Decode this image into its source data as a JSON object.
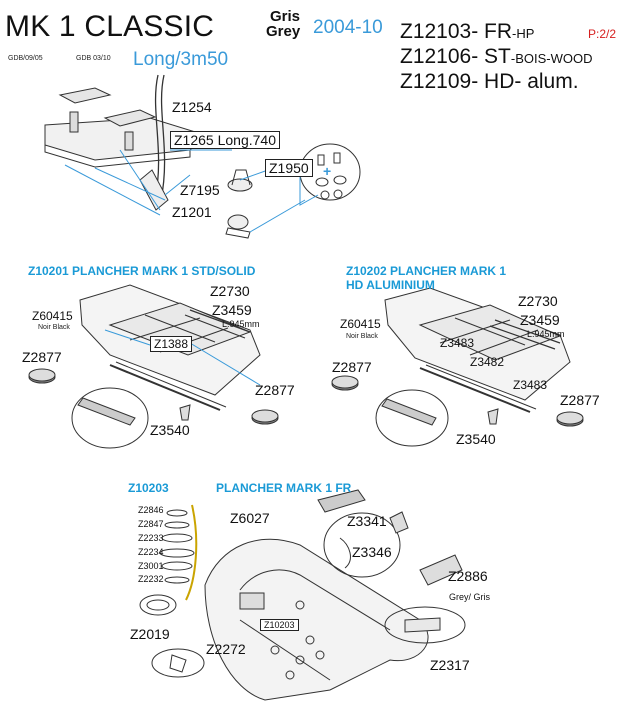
{
  "header": {
    "model": "MK 1 CLASSIC",
    "gris": "Gris",
    "grey": "Grey",
    "date": "2004-10",
    "code1": "Z12103- FR",
    "code1_suffix": "-HP",
    "code2": "Z12106- ST",
    "code2_suffix": "-BOIS-WOOD",
    "code3": "Z12109- HD- alum.",
    "page": "P:2/2",
    "gdb1": "GDB/09/05",
    "gdb2": "GDB 03/10",
    "long": "Long/3m50"
  },
  "section1": {
    "labels": [
      "Z1254",
      "Z1265 Long.740",
      "Z1950",
      "Z7195",
      "Z1201"
    ]
  },
  "section2": {
    "title": "Z10201   PLANCHER MARK 1 STD/SOLID",
    "z60415": "Z60415",
    "noir": "Noir Black",
    "z2730": "Z2730",
    "z3459": "Z3459",
    "l945": "L.945mm",
    "z1388": "Z1388",
    "z2877a": "Z2877",
    "z2877b": "Z2877",
    "z3540": "Z3540"
  },
  "section3": {
    "title_line1": "Z10202   PLANCHER MARK 1",
    "title_line2": "HD      ALUMINIUM",
    "z60415": "Z60415",
    "noir": "Noir Black",
    "z2730": "Z2730",
    "z3459": "Z3459",
    "l945": "L.945mm",
    "z3483a": "Z3483",
    "z3482": "Z3482",
    "z3483b": "Z3483",
    "z2877a": "Z2877",
    "z2877b": "Z2877",
    "z3540": "Z3540"
  },
  "section4": {
    "code": "Z10203",
    "title": "PLANCHER MARK 1 FR",
    "stack": [
      "Z2846",
      "Z2847",
      "Z2233",
      "Z2234",
      "Z3001",
      "Z2232"
    ],
    "z2019": "Z2019",
    "z6027": "Z6027",
    "z3341": "Z3341",
    "z3346": "Z3346",
    "z10203": "Z10203",
    "z2272": "Z2272",
    "z2886": "Z2886",
    "greygris": "Grey/ Gris",
    "z2317": "Z2317"
  },
  "colors": {
    "accent_blue": "#1a9ad6",
    "page_red": "#d62020"
  }
}
